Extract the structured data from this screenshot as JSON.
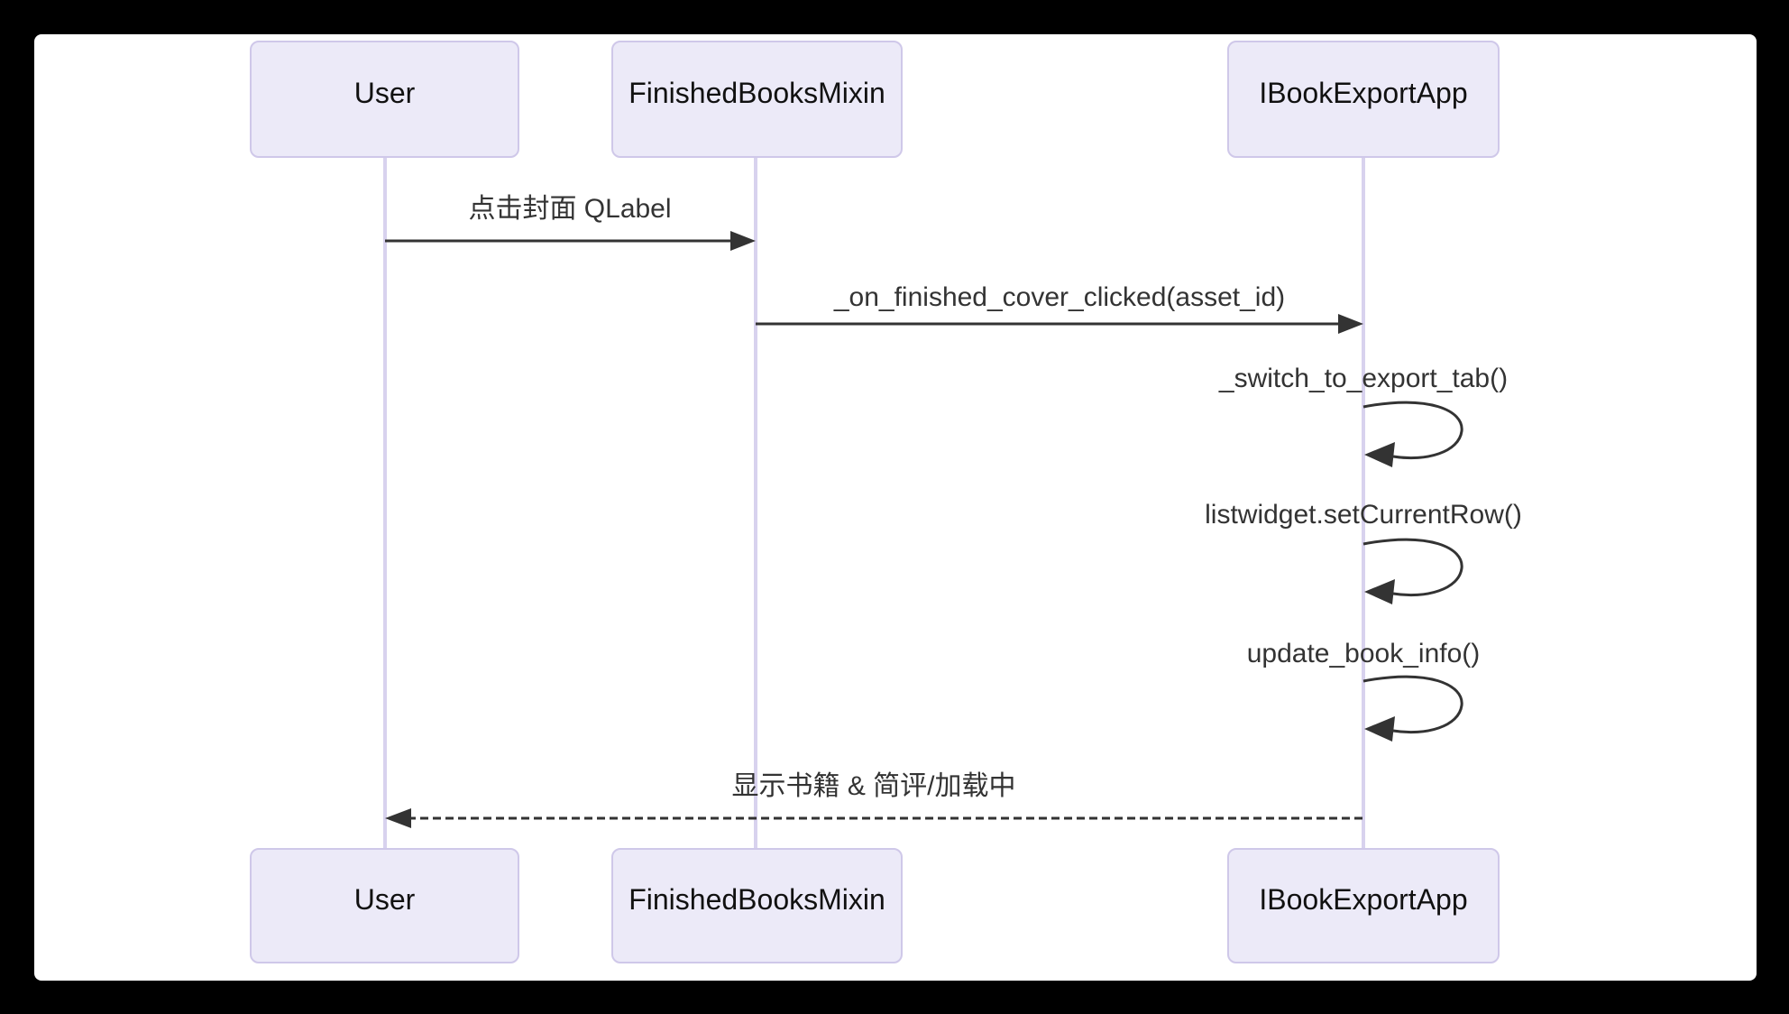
{
  "diagram": {
    "type": "sequence",
    "actors": [
      {
        "name": "User"
      },
      {
        "name": "FinishedBooksMixin"
      },
      {
        "name": "IBookExportApp"
      }
    ],
    "messages": [
      {
        "from": "User",
        "to": "FinishedBooksMixin",
        "text": "点击封面 QLabel",
        "style": "solid"
      },
      {
        "from": "FinishedBooksMixin",
        "to": "IBookExportApp",
        "text": "_on_finished_cover_clicked(asset_id)",
        "style": "solid"
      },
      {
        "from": "IBookExportApp",
        "to": "IBookExportApp",
        "text": "_switch_to_export_tab()",
        "style": "self"
      },
      {
        "from": "IBookExportApp",
        "to": "IBookExportApp",
        "text": "listwidget.setCurrentRow()",
        "style": "self"
      },
      {
        "from": "IBookExportApp",
        "to": "IBookExportApp",
        "text": "update_book_info()",
        "style": "self"
      },
      {
        "from": "IBookExportApp",
        "to": "User",
        "text": "显示书籍 & 简评/加载中",
        "style": "dashed-return"
      }
    ],
    "colors": {
      "background": "#000000",
      "canvas": "#FFFFFF",
      "actor_fill": "#ECEAF8",
      "actor_border": "#CFC8E9",
      "lifeline": "#D8D2EE",
      "arrow": "#333333"
    }
  }
}
